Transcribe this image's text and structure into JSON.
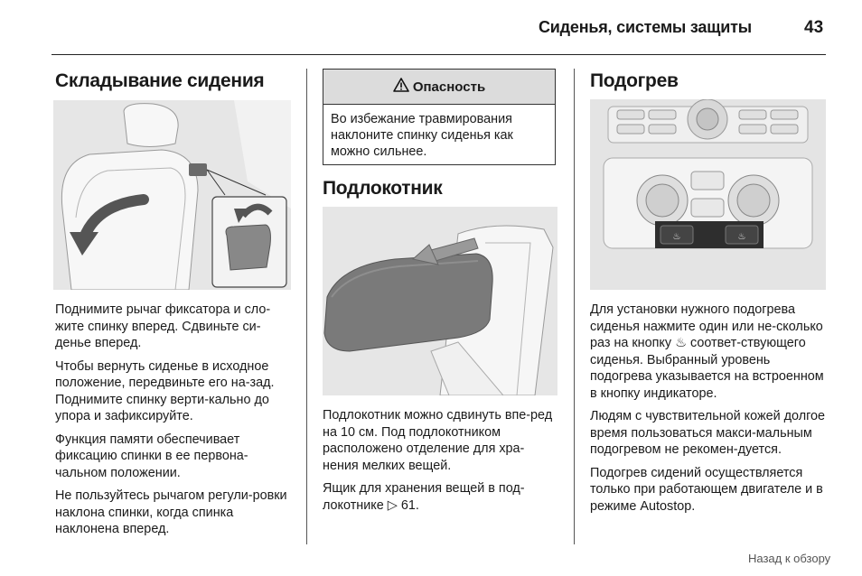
{
  "header": {
    "section_title": "Сиденья, системы защиты",
    "page_number": "43"
  },
  "col1": {
    "heading": "Складывание сидения",
    "image_alt": "seat-folding-illustration",
    "paragraphs": [
      "Поднимите рычаг фиксатора и сло-жите спинку вперед. Сдвиньте си-денье вперед.",
      "Чтобы вернуть сиденье в исходное положение, передвиньте его на-зад. Поднимите спинку верти-кально до упора и зафиксируйте.",
      "Функция памяти обеспечивает фиксацию спинки в ее первона-чальном положении.",
      "Не пользуйтесь рычагом регули-ровки наклона спинки, когда спинка наклонена вперед."
    ]
  },
  "col2": {
    "warning": {
      "icon": "warning-triangle-icon",
      "title": "Опасность",
      "text": "Во избежание травмирования наклоните спинку сиденья как можно сильнее."
    },
    "heading": "Подлокотник",
    "image_alt": "armrest-illustration",
    "paragraphs": [
      "Подлокотник можно сдвинуть впе-ред на 10 см. Под подлокотником расположено отделение для хра-нения мелких вещей."
    ],
    "link_para": {
      "text": "Ящик для хранения вещей в под-локотнике",
      "ref": "61."
    }
  },
  "col3": {
    "heading": "Подогрев",
    "image_alt": "heated-seat-controls-illustration",
    "paragraphs": [
      "Для установки нужного подогрева сиденья нажмите один или не-сколько раз на кнопку ♨ соответ-ствующего сиденья. Выбранный уровень подогрева указывается на встроенном в кнопку индикаторе.",
      "Людям с чувствительной кожей долгое время пользоваться макси-мальным подогревом не рекомен-дуется.",
      "Подогрев сидений осуществляется только при работающем двигателе и в режиме Autostop."
    ]
  },
  "footer": {
    "back_link": "Назад к обзору"
  }
}
